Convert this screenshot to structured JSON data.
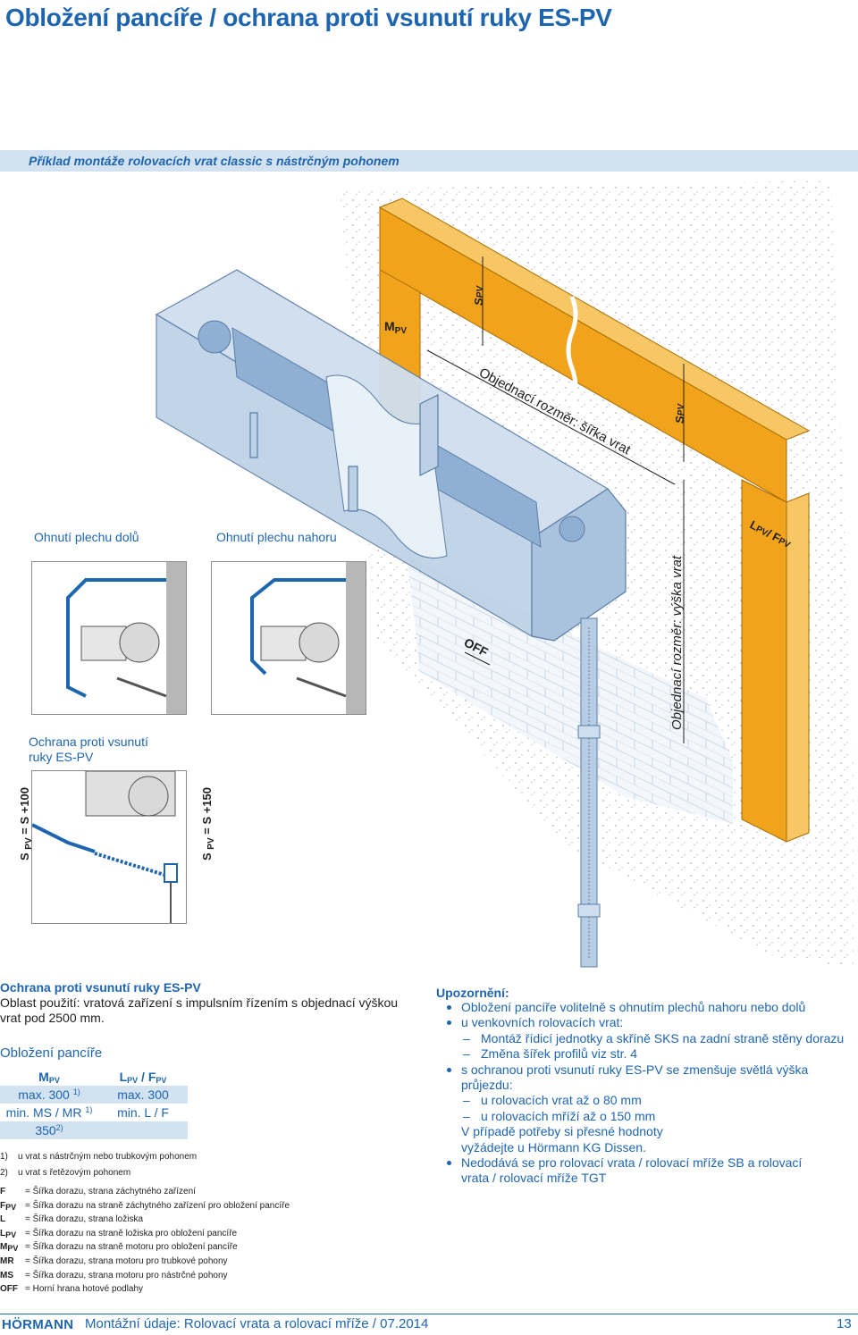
{
  "title": "Obložení pancíře / ochrana proti vsunutí ruky ES-PV",
  "subtitle": "Příklad montáže rolovacích vrat classic s nástrčným pohonem",
  "drawing_labels": {
    "m_pv": "M PV",
    "s_pv_top": "S PV",
    "order_width": "Objednací rozměr: šířka vrat",
    "s_pv_right": "S PV",
    "l_f_pv": "L PV / F PV",
    "off": "OFF",
    "order_height": "Objednací rozměr: výška vrat"
  },
  "details": {
    "down_label": "Ohnutí plechu dolů",
    "up_label": "Ohnutí plechu nahoru",
    "down_dim": "S PV = S +100",
    "up_dim": "S PV = S +150",
    "hand_label_1": "Ochrana proti vsunutí",
    "hand_label_2": "ruky ES-PV"
  },
  "left_text": {
    "heading": "Ochrana proti vsunutí ruky ES-PV",
    "body": "Oblast použití: vratová zařízení s impulsním řízením s objednací výškou vrat pod 2500 mm.",
    "subheading": "Obložení pancíře",
    "table": {
      "h1": "M",
      "h1_sub": "PV",
      "h2": "L",
      "h2_sub": "PV",
      "h2b": "/ F",
      "h2b_sub": "PV",
      "r1c1": "max. 300",
      "r1c1_sup": "1)",
      "r1c2": "max. 300",
      "r2c1": "min. MS / MR",
      "r2c1_sup": "1)",
      "r2c2": "min. L / F",
      "r3c1": "350",
      "r3c1_sup": "2)"
    },
    "footnotes": [
      {
        "num": "1)",
        "text": "u vrat s nástrčným nebo trubkovým pohonem"
      },
      {
        "num": "2)",
        "text": "u vrat s řetězovým pohonem"
      }
    ],
    "legend": [
      {
        "key": "F",
        "key_sub": "",
        "text": "= Šířka dorazu, strana záchytného zařízení"
      },
      {
        "key": "F",
        "key_sub": "PV",
        "text": "= Šířka dorazu na straně záchytného zařízení pro obložení pancíře"
      },
      {
        "key": "L",
        "key_sub": "",
        "text": "= Šířka dorazu, strana ložiska"
      },
      {
        "key": "L",
        "key_sub": "PV",
        "text": "= Šířka dorazu na straně ložiska pro obložení pancíře"
      },
      {
        "key": "M",
        "key_sub": "PV",
        "text": "= Šířka dorazu na straně motoru pro obložení pancíře"
      },
      {
        "key": "MR",
        "key_sub": "",
        "text": "= Šířka dorazu, strana motoru pro trubkové pohony"
      },
      {
        "key": "MS",
        "key_sub": "",
        "text": "= Šířka dorazu, strana motoru pro nástrčné pohony"
      },
      {
        "key": "OFF",
        "key_sub": "",
        "text": "= Horní hrana hotové podlahy"
      }
    ]
  },
  "notes": {
    "heading": "Upozornění:",
    "items": [
      {
        "type": "b",
        "text": "Obložení pancíře volitelně s ohnutím plechů nahoru nebo dolů"
      },
      {
        "type": "b",
        "text": "u venkovních rolovacích vrat:"
      },
      {
        "type": "d",
        "text": "Montáž řídicí jednotky a skříně SKS na zadní straně stěny dorazu"
      },
      {
        "type": "d",
        "text": "Změna šířek profilů viz str. 4"
      },
      {
        "type": "b",
        "text": "s ochranou proti vsunutí ruky ES-PV se zmenšuje světlá výška průjezdu:"
      },
      {
        "type": "d",
        "text": "u rolovacích vrat až o 80 mm"
      },
      {
        "type": "d",
        "text": "u rolovacích mříží až o 150 mm"
      },
      {
        "type": "i",
        "text": "V případě potřeby si přesné hodnoty vyžádejte u Hörmann KG Dissen."
      },
      {
        "type": "b",
        "text": "Nedodává se pro rolovací vrata / rolovací mříže SB a rolovací vrata / rolovací mříže TGT"
      }
    ]
  },
  "footer": {
    "logo": "HÖRMANN",
    "text": "Montážní údaje: Rolovací vrata a rolovací mříže / 07.2014",
    "page": "13"
  },
  "colors": {
    "accent": "#1e65b0",
    "orange": "#f2a31c",
    "orange_light": "#f7c766",
    "box_blue": "#bcd1e6",
    "shade": "#d2e2f0"
  }
}
